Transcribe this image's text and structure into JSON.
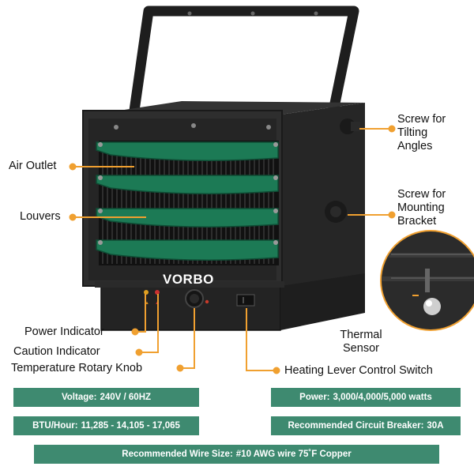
{
  "brand": "VORBO",
  "colors": {
    "accent": "#f0a030",
    "louver": "#1c7a55",
    "spec_bg": "#3e8a70",
    "body": "#2b2b2b"
  },
  "callouts": {
    "air_outlet": "Air Outlet",
    "louvers": "Louvers",
    "power_indicator": "Power Indicator",
    "caution_indicator": "Caution Indicator",
    "temperature_knob": "Temperature Rotary Knob",
    "tilting_screw": "Screw for Tilting Angles",
    "mounting_screw": "Screw for Mounting Bracket",
    "thermal_sensor": "Thermal Sensor",
    "heating_switch": "Heating Lever Control Switch"
  },
  "specs": {
    "voltage": {
      "label": "Voltage:",
      "value": "240V / 60HZ"
    },
    "power": {
      "label": "Power:",
      "value": "3,000/4,000/5,000 watts"
    },
    "btu": {
      "label": "BTU/Hour:",
      "value": "11,285 - 14,105 - 17,065"
    },
    "breaker": {
      "label": "Recommended Circuit Breaker:",
      "value": "30A"
    },
    "wire": {
      "label": "Recommended Wire Size:",
      "value": "#10 AWG wire 75˚F Copper"
    }
  }
}
